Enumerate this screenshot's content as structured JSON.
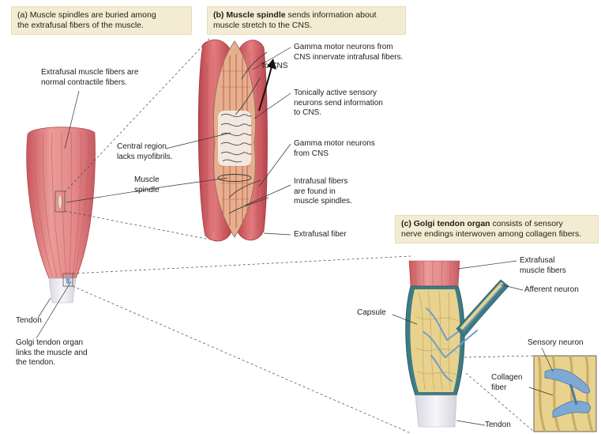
{
  "captions": {
    "a": {
      "lead": "(a) Muscle spindles are buried among",
      "rest": "the extrafusal fibers of the muscle."
    },
    "b": {
      "bold": "(b) Muscle spindle",
      "line1_rest": " sends information about",
      "line2": "muscle stretch to the CNS."
    },
    "c": {
      "bold": "(c) Golgi tendon organ",
      "line1_rest": " consists of sensory",
      "line2": "nerve endings interwoven among collagen fibers."
    }
  },
  "labels": {
    "extrafusal_fibers_desc": [
      "Extrafusal muscle fibers are",
      "normal contractile fibers."
    ],
    "central_region": [
      "Central region",
      "lacks myofibrils."
    ],
    "muscle_spindle": [
      "Muscle",
      "spindle"
    ],
    "tendon_a": "Tendon",
    "golgi_links": [
      "Golgi tendon organ",
      "links the muscle and",
      "the tendon."
    ],
    "gamma_cns": [
      "Gamma motor neurons from",
      "CNS innervate intrafusal fibers."
    ],
    "to_cns": "To CNS",
    "tonically": [
      "Tonically active sensory",
      "neurons send information",
      "to CNS."
    ],
    "gamma_from": [
      "Gamma motor neurons",
      "from CNS"
    ],
    "intrafusal": [
      "Intrafusal fibers",
      "are found in",
      "muscle spindles."
    ],
    "extrafusal_fiber": "Extrafusal fiber",
    "extrafusal_muscle_fibers": [
      "Extrafusal",
      "muscle fibers"
    ],
    "afferent_neuron": "Afferent neuron",
    "capsule": "Capsule",
    "sensory_neuron": "Sensory neuron",
    "collagen_fiber": [
      "Collagen",
      "fiber"
    ],
    "tendon_c": "Tendon"
  },
  "colors": {
    "muscle": "#e08a8a",
    "muscle_dark": "#c5575c",
    "tendon": "#e8e8ee",
    "caption_bg": "#f4ecd2",
    "collagen": "#e9d59a",
    "nerve": "#6f9ec9"
  }
}
